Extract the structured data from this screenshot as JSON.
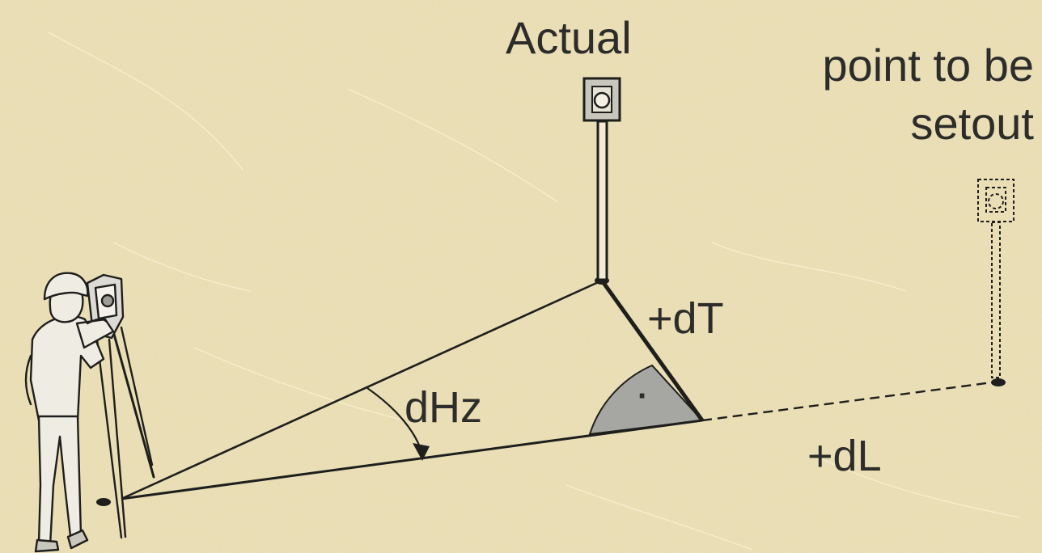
{
  "labels": {
    "actual": "Actual",
    "target_line1": "point to be",
    "target_line2": "setout",
    "d_transverse": "+dT",
    "d_hz": "dHz",
    "d_longitudinal": "+dL",
    "right_angle_mark": "·"
  },
  "colors": {
    "background": "#efe3b9",
    "ink": "#1e1e1c",
    "right_angle_fill": "#a6a6a3"
  },
  "icons": [
    "surveyor-figure",
    "total-station-tripod",
    "prism-reflector",
    "ghost-prism-reflector"
  ]
}
